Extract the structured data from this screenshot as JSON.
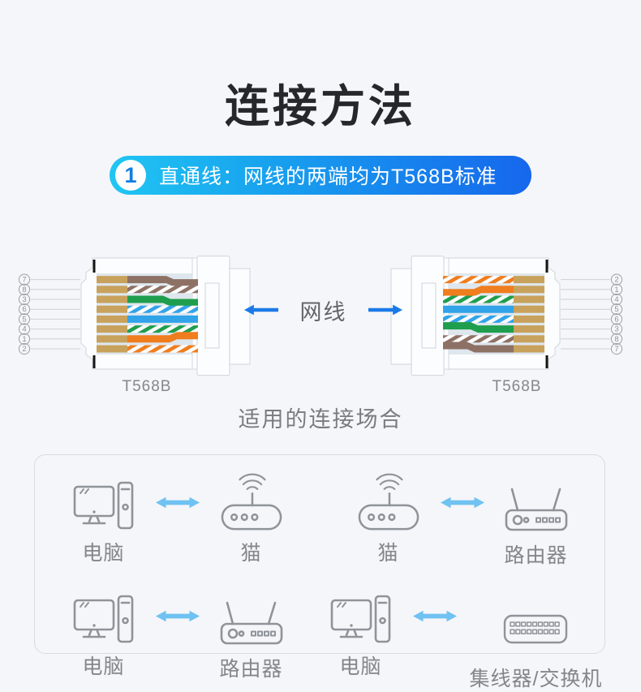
{
  "title": "连接方法",
  "banner": {
    "number": "1",
    "text": "直通线：网线的两端均为T568B标准",
    "gradient_start": "#20c6f3",
    "gradient_end": "#1667ec"
  },
  "cable_label": "网线",
  "cable_arrows": [
    "arrow-left-icon",
    "arrow-right-icon"
  ],
  "diagram": {
    "left_connector": {
      "label": "T568B",
      "pins": [
        {
          "number": "7",
          "color": "brown",
          "striped": false
        },
        {
          "number": "8",
          "color": "brown",
          "striped": true
        },
        {
          "number": "3",
          "color": "green",
          "striped": false
        },
        {
          "number": "6",
          "color": "blue",
          "striped": true
        },
        {
          "number": "5",
          "color": "blue",
          "striped": false
        },
        {
          "number": "4",
          "color": "green",
          "striped": true
        },
        {
          "number": "1",
          "color": "orange",
          "striped": false
        },
        {
          "number": "2",
          "color": "orange",
          "striped": true
        }
      ]
    },
    "right_connector": {
      "label": "T568B",
      "pins": [
        {
          "number": "2",
          "color": "orange",
          "striped": true
        },
        {
          "number": "1",
          "color": "orange",
          "striped": false
        },
        {
          "number": "4",
          "color": "green",
          "striped": true
        },
        {
          "number": "5",
          "color": "blue",
          "striped": false
        },
        {
          "number": "6",
          "color": "blue",
          "striped": true
        },
        {
          "number": "3",
          "color": "green",
          "striped": false
        },
        {
          "number": "8",
          "color": "brown",
          "striped": true
        },
        {
          "number": "7",
          "color": "brown",
          "striped": false
        }
      ]
    },
    "wire_colors": {
      "gold": "#c8a25c",
      "brown": "#8d7164",
      "green": "#1f9e4d",
      "blue": "#31a3e9",
      "orange": "#f07d1e"
    }
  },
  "scenarios_title": "适用的连接场合",
  "scenarios": [
    {
      "left": {
        "icon": "desktop-computer-icon",
        "label": "电脑"
      },
      "right": {
        "icon": "modem-icon",
        "label": "猫"
      }
    },
    {
      "left": {
        "icon": "modem-icon",
        "label": "猫"
      },
      "right": {
        "icon": "router-icon",
        "label": "路由器"
      }
    },
    {
      "left": {
        "icon": "desktop-computer-icon",
        "label": "电脑"
      },
      "right": {
        "icon": "router-icon",
        "label": "路由器"
      }
    },
    {
      "left": {
        "icon": "desktop-computer-icon",
        "label": "电脑"
      },
      "right": {
        "icon": "switch-icon",
        "label": "集线器/交换机"
      }
    }
  ],
  "colors": {
    "background": "#f5f6f9",
    "accent_blue": "#1b7ae8",
    "pair_arrow_blue": "#6fc2f2",
    "icon_gray": "#8f939a",
    "text_gray": "#84868c",
    "connector_panel": "#dfe7ee",
    "connector_border": "#d6dbe0"
  }
}
